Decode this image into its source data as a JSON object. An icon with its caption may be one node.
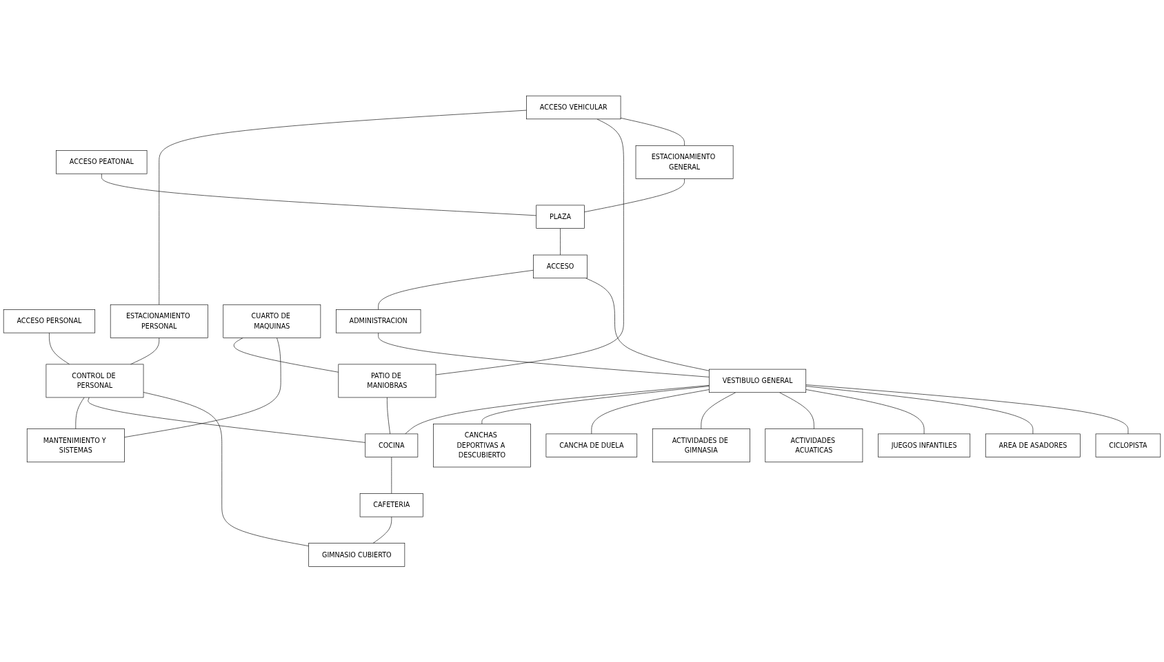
{
  "diagram": {
    "nodes": [
      {
        "text": [
          "ACCESO PERSONAL"
        ]
      },
      {
        "text": [
          "ACCESO VEHICULAR"
        ]
      },
      {
        "text": [
          "ACCESO PEATONAL"
        ]
      },
      {
        "text": [
          "ESTACIONAMIENTO PERSONAL"
        ]
      },
      {
        "text": [
          "CUARTO DE MAQUINAS"
        ]
      },
      {
        "text": [
          "PATIO DE MANIOBRAS"
        ]
      },
      {
        "text": [
          "ESTACIONAMIENTO GENERAL"
        ]
      },
      {
        "text": [
          "CONTROL DE PERSONAL"
        ]
      },
      {
        "text": [
          "MANTENIMIENTO Y SISTEMAS"
        ]
      },
      {
        "text": [
          "PLAZA"
        ]
      },
      {
        "text": [
          "ADMINISTRACION"
        ]
      },
      {
        "text": [
          "ACCESO"
        ]
      },
      {
        "text": [
          "COCINA"
        ]
      },
      {
        "text": [
          "VESTIBULO GENERAL"
        ]
      },
      {
        "text": [
          "CAFETERIA"
        ]
      },
      {
        "text": [
          "CANCHAS DEPORTIVAS A DESCUBIERTO"
        ]
      },
      {
        "text": [
          "CICLOPISTA"
        ]
      },
      {
        "text": [
          "GIMNASIO CUBIERTO"
        ]
      },
      {
        "text": [
          "CANCHA DE DUELA"
        ]
      },
      {
        "text": [
          "JUEGOS INFANTILES"
        ]
      },
      {
        "text": [
          "ACTIVIDADES DE GIMNASIA"
        ]
      },
      {
        "text": [
          "ACTIVIDADES ACUATICAS"
        ]
      },
      {
        "text": [
          "AREA DE ASADORES"
        ]
      }
    ],
    "edges": [
      {
        "from": 1,
        "to": 3,
        "arrow": "none"
      },
      {
        "from": 1,
        "to": 5,
        "arrow": "none"
      },
      {
        "from": 1,
        "to": 6,
        "arrow": "none"
      },
      {
        "from": 0,
        "to": 7,
        "arrow": "none"
      },
      {
        "from": 3,
        "to": 7,
        "arrow": "none"
      },
      {
        "from": 4,
        "to": 5,
        "arrow": "none"
      },
      {
        "from": 4,
        "to": 8,
        "arrow": "none"
      },
      {
        "from": 7,
        "to": 8,
        "arrow": "none"
      },
      {
        "from": 5,
        "to": 12,
        "arrow": "none"
      },
      {
        "from": 6,
        "to": 9,
        "arrow": "none"
      },
      {
        "from": 2,
        "to": 9,
        "arrow": "none"
      },
      {
        "from": 9,
        "to": 11,
        "arrow": "none"
      },
      {
        "from": 11,
        "to": 10,
        "arrow": "none"
      },
      {
        "from": 10,
        "to": 13,
        "arrow": "none"
      },
      {
        "from": 11,
        "to": 13,
        "arrow": "none"
      },
      {
        "from": 7,
        "to": 12,
        "arrow": "none"
      },
      {
        "from": 7,
        "to": 17,
        "arrow": "none"
      },
      {
        "from": 12,
        "to": 14,
        "arrow": "none"
      },
      {
        "from": 13,
        "to": 12,
        "arrow": "none"
      },
      {
        "from": 13,
        "to": 15,
        "arrow": "none"
      },
      {
        "from": 13,
        "to": 18,
        "arrow": "none"
      },
      {
        "from": 13,
        "to": 20,
        "arrow": "none"
      },
      {
        "from": 13,
        "to": 21,
        "arrow": "none"
      },
      {
        "from": 13,
        "to": 19,
        "arrow": "none"
      },
      {
        "from": 13,
        "to": 22,
        "arrow": "none"
      },
      {
        "from": 14,
        "to": 17,
        "arrow": "none"
      },
      {
        "from": 13,
        "to": 16,
        "arrow": "none"
      }
    ]
  }
}
